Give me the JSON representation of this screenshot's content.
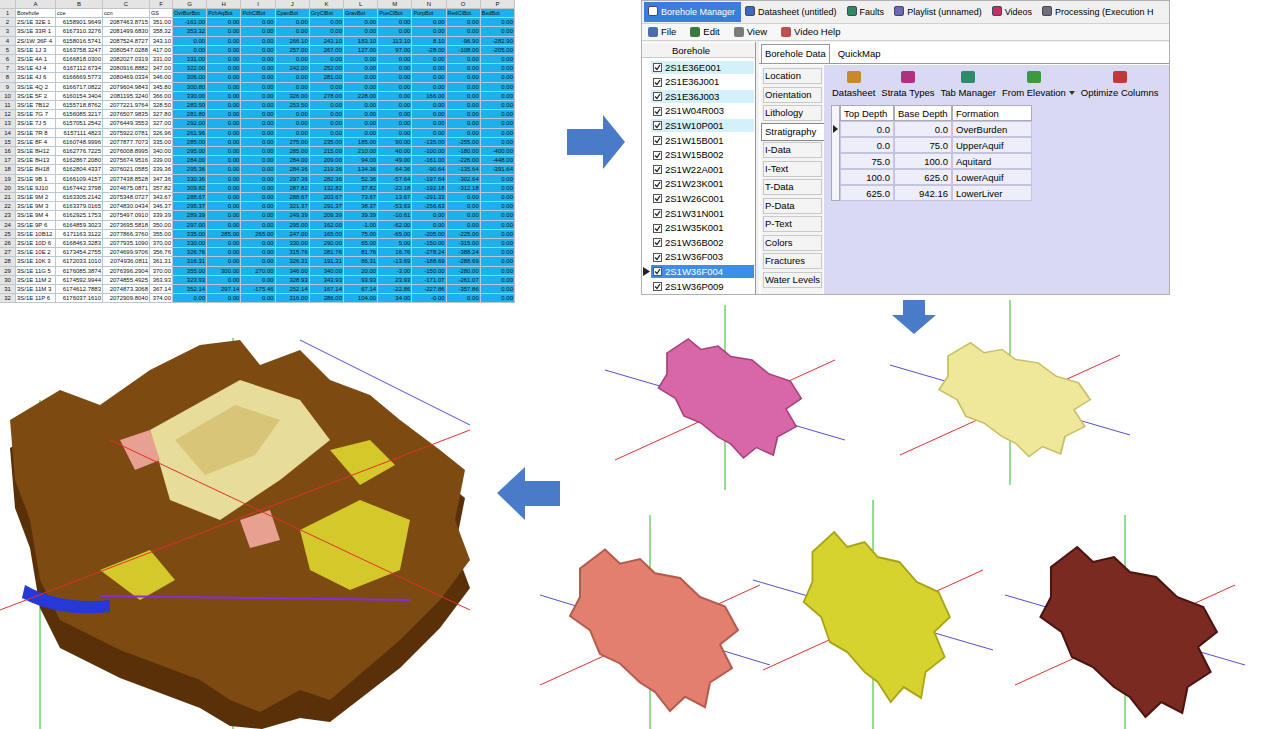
{
  "diagram": {
    "labels": [
      "A",
      "B",
      "C",
      "F",
      "G",
      "H",
      "I",
      "J",
      "K",
      "L",
      "M",
      "N",
      "O",
      "P",
      "1",
      "Borehole",
      "cce",
      "ccn",
      "GS",
      "OvrBurBot",
      "PchAqBot",
      "PchClBot",
      "CpanBot",
      "GryClBot",
      "GravBot",
      "PueClBot",
      "PurpBot",
      "RedClBot",
      "BedBot",
      "2",
      "2S/1E 32E 1",
      "6158901.9649",
      "2087463.8715",
      "351.00",
      "-161.00",
      "0.00",
      "0.00",
      "0.00",
      "0.00",
      "0.00",
      "0.00",
      "0.00",
      "0.00",
      "0.00",
      "3",
      "3S/1E 33R 1",
      "6167310.3276",
      "2081499.6830",
      "358.32",
      "353.32",
      "0.00",
      "0.00",
      "0.00",
      "0.00",
      "0.00",
      "0.00",
      "0.00",
      "0.00",
      "0.00",
      "4",
      "2S/1W 36F 4",
      "6158016.5741",
      "2087524.8727",
      "343.10",
      "0.00",
      "0.00",
      "0.00",
      "266.10",
      "243.10",
      "183.10",
      "113.10",
      "8.10",
      "-96.90",
      "-282.90",
      "5",
      "3S/1E 1J 3",
      "6163758.3247",
      "2080547.0288",
      "417.00",
      "0.00",
      "0.00",
      "0.00",
      "257.00",
      "267.00",
      "127.00",
      "97.00",
      "-28.00",
      "-108.00",
      "-205.00",
      "6",
      "3S/1E 4A 1",
      "6166818.0300",
      "2082027.0319",
      "331.00",
      "331.00",
      "0.00",
      "0.00",
      "0.00",
      "0.00",
      "0.00",
      "0.00",
      "0.00",
      "0.00",
      "0.00",
      "7",
      "3S/1E 4J 4",
      "6167112.6734",
      "2080916.8882",
      "347.00",
      "322.00",
      "0.00",
      "0.00",
      "242.00",
      "252.00",
      "0.00",
      "0.00",
      "0.00",
      "0.00",
      "0.00",
      "8",
      "3S/1E 4J 6",
      "6166669.5773",
      "2080469.0334",
      "346.00",
      "306.00",
      "0.00",
      "0.00",
      "0.00",
      "281.00",
      "0.00",
      "0.00",
      "0.00",
      "0.00",
      "0.00",
      "9",
      "3S/1E 4Q 2",
      "6166717.0822",
      "2079604.9843",
      "345.80",
      "300.80",
      "0.00",
      "0.00",
      "0.00",
      "0.00",
      "0.00",
      "0.00",
      "0.00",
      "0.00",
      "0.00",
      "10",
      "3S/1E 5F 2",
      "6160154.3404",
      "2081195.3240",
      "366.00",
      "330.00",
      "0.00",
      "0.00",
      "326.00",
      "278.00",
      "228.00",
      "0.00",
      "166.00",
      "0.00",
      "0.00",
      "11",
      "3S/1E 7B12",
      "6155718.8762",
      "2077221.9764",
      "328.50",
      "283.50",
      "0.00",
      "0.00",
      "253.50",
      "0.00",
      "0.00",
      "0.00",
      "0.00",
      "0.00",
      "0.00",
      "12",
      "3S/1E 7G 7",
      "6156085.3217",
      "2076507.9835",
      "327.80",
      "281.80",
      "0.00",
      "0.00",
      "0.00",
      "0.00",
      "0.00",
      "0.00",
      "0.00",
      "0.00",
      "0.00",
      "13",
      "3S/1E 7J 5",
      "6157051.2542",
      "2076449.3553",
      "327.00",
      "292.00",
      "0.00",
      "0.00",
      "0.00",
      "0.00",
      "0.00",
      "0.00",
      "0.00",
      "0.00",
      "0.00",
      "14",
      "3S/1E 7R 8",
      "6157111.4823",
      "2075922.0781",
      "326.96",
      "261.96",
      "0.00",
      "0.00",
      "0.00",
      "0.00",
      "0.00",
      "0.00",
      "0.00",
      "0.00",
      "0.00",
      "15",
      "3S/1E 8F 4",
      "6160748.9996",
      "2077877.7073",
      "335.00",
      "285.00",
      "0.00",
      "0.00",
      "275.00",
      "235.00",
      "185.00",
      "90.00",
      "-135.00",
      "-255.00",
      "0.00",
      "16",
      "3S/1E 8H12",
      "6162776.7225",
      "2076008.8995",
      "340.00",
      "295.00",
      "0.00",
      "0.00",
      "285.00",
      "215.00",
      "210.00",
      "40.00",
      "-100.00",
      "-180.00",
      "-400.00",
      "17",
      "3S/1E 8H13",
      "6162867.2080",
      "2075674.9516",
      "339.00",
      "284.00",
      "0.00",
      "0.00",
      "284.00",
      "209.00",
      "94.00",
      "49.00",
      "-161.00",
      "-226.00",
      "-448.00",
      "18",
      "3S/1E 8H18",
      "6162804.4337",
      "2076021.0585",
      "339.36",
      "295.36",
      "0.00",
      "0.00",
      "284.36",
      "219.36",
      "134.36",
      "64.36",
      "-90.64",
      "-135.64",
      "-391.64",
      "19",
      "3S/1E 9B 1",
      "6166109.4157",
      "2077438.8528",
      "347.36",
      "330.36",
      "0.00",
      "0.00",
      "297.36",
      "282.36",
      "52.36",
      "-57.64",
      "-197.64",
      "-302.64",
      "0.00",
      "20",
      "3S/1E 9J10",
      "6167442.3798",
      "2074675.0871",
      "357.82",
      "309.82",
      "0.00",
      "0.00",
      "287.82",
      "132.82",
      "37.82",
      "-22.18",
      "-192.18",
      "-312.18",
      "0.00",
      "21",
      "3S/1E 9M 2",
      "6163305.2142",
      "2075348.0727",
      "343.67",
      "288.67",
      "0.00",
      "0.00",
      "288.67",
      "203.67",
      "73.67",
      "13.67",
      "-291.33",
      "0.00",
      "0.00",
      "22",
      "3S/1E 9M 3",
      "6163379.0165",
      "2074830.0434",
      "346.37",
      "295.37",
      "0.00",
      "0.00",
      "321.37",
      "291.37",
      "38.37",
      "-53.63",
      "-256.63",
      "0.00",
      "0.00",
      "23",
      "3S/1E 9M 4",
      "6162925.1753",
      "2075497.0910",
      "339.39",
      "289.39",
      "0.00",
      "0.00",
      "249.39",
      "209.39",
      "39.39",
      "-10.61",
      "0.00",
      "0.00",
      "0.00",
      "24",
      "3S/1E 9P 6",
      "6164859.3023",
      "2073695.5818",
      "350.00",
      "297.00",
      "0.00",
      "0.00",
      "295.00",
      "162.00",
      "-1.00",
      "-62.00",
      "0.00",
      "0.00",
      "0.00",
      "25",
      "3S/1E 10B12",
      "6171163.3122",
      "2077866.3760",
      "355.00",
      "335.00",
      "285.00",
      "265.00",
      "247.00",
      "165.00",
      "75.00",
      "-65.00",
      "-205.00",
      "-225.00",
      "0.00",
      "26",
      "3S/1E 10D 6",
      "6168463.3283",
      "2077935.1090",
      "370.00",
      "330.00",
      "0.00",
      "0.00",
      "330.00",
      "290.00",
      "65.00",
      "5.00",
      "-150.00",
      "-315.00",
      "0.00",
      "27",
      "3S/1E 10E 2",
      "6173454.2755",
      "2074699.9706",
      "356.76",
      "326.76",
      "0.00",
      "0.00",
      "315.76",
      "281.76",
      "81.76",
      "16.76",
      "-278.24",
      "-388.24",
      "0.00",
      "28",
      "3S/1E 10K 3",
      "6172033.1010",
      "2074936.0811",
      "361.31",
      "316.31",
      "0.00",
      "0.00",
      "326.31",
      "191.31",
      "86.31",
      "-13.69",
      "-188.69",
      "-288.69",
      "0.00",
      "29",
      "3S/1E 11G 5",
      "6176085.3874",
      "2076396.2904",
      "370.00",
      "355.00",
      "300.00",
      "270.00",
      "346.00",
      "340.00",
      "20.00",
      "-3.00",
      "-150.00",
      "-280.00",
      "0.00",
      "30",
      "3S/1E 11M 2",
      "6174592.9944",
      "2074855.4925",
      "363.93",
      "323.93",
      "0.00",
      "0.00",
      "328.93",
      "343.93",
      "93.93",
      "23.93",
      "-171.07",
      "-261.07",
      "0.00",
      "31",
      "3S/1E 11M 3",
      "6174612.7883",
      "2074873.3068",
      "367.14",
      "352.14",
      "297.14",
      "-175.46",
      "252.14",
      "167.14",
      "67.14",
      "-22.86",
      "-227.86",
      "-357.86",
      "0.00",
      "32",
      "3S/1E 11P 6",
      "6176037.1610",
      "2072909.8040",
      "374.00",
      "0.00",
      "0.00",
      "0.00",
      "316.00",
      "286.00",
      "104.00",
      "34.00",
      "-0.00",
      "0.00",
      "0.00",
      "Borehole Manager",
      "Datasheet (untitled)",
      "Faults",
      "Playlist (unnamed)",
      "Videos",
      "Processing (Execution H",
      "File",
      "Edit",
      "View",
      "Video Help",
      "Borehole",
      "2S1E36E001",
      "2S1E36J001",
      "2S1E36J003",
      "2S1W04R003",
      "2S1W10P001",
      "2S1W15B001",
      "2S1W15B002",
      "2S1W22A001",
      "2S1W23K001",
      "2S1W26C001",
      "2S1W31N001",
      "2S1W35K001",
      "2S1W36B002",
      "2S1W36F003",
      "2S1W36F004",
      "2S1W36P009",
      "Borehole Data",
      "QuickMap",
      "Location",
      "Orientation",
      "Lithology",
      "Stratigraphy",
      "I-Data",
      "I-Text",
      "T-Data",
      "P-Data",
      "P-Text",
      "Colors",
      "Fractures",
      "Water Levels",
      "Datasheet",
      "Strata Types",
      "Tab Manager",
      "From Elevation",
      "Optimize Columns",
      "Top Depth",
      "Base Depth",
      "Formation",
      "0.0",
      "0.0",
      "OverBurden",
      "0.0",
      "75.0",
      "UpperAquif",
      "75.0",
      "100.0",
      "Aquitard",
      "100.0",
      "625.0",
      "LowerAquif",
      "625.0",
      "942.16",
      "LowerLiver"
    ]
  }
}
